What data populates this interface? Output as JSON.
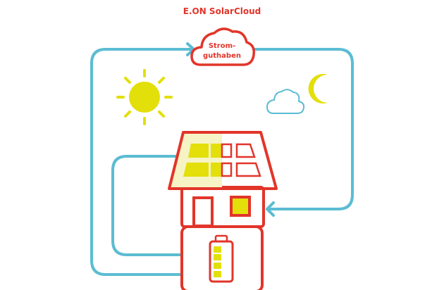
{
  "title": "E.ON SolarCloud",
  "cloud_label": {
    "line1": "Strom-",
    "line2": "guthaben"
  },
  "colors": {
    "red": "#e2352a",
    "blue": "#5bbcd3",
    "yellow": "#e3df0a",
    "pale_yellow": "#f6f3c4"
  }
}
